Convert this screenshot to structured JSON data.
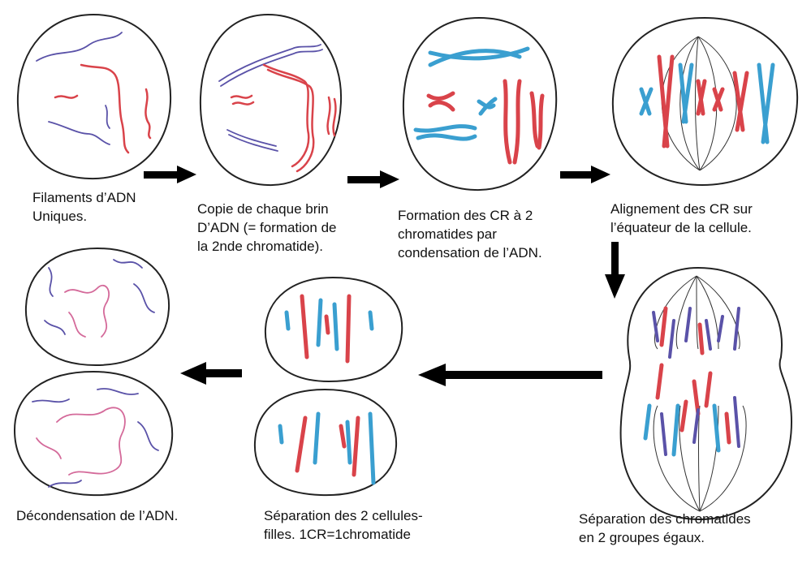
{
  "title": "Mitose : étapes de la division cellulaire",
  "steps": [
    {
      "lines": [
        "Filaments d’ADN",
        "Uniques."
      ]
    },
    {
      "lines": [
        "Copie de chaque brin",
        "D’ADN (= formation de",
        "la 2nde chromatide)."
      ]
    },
    {
      "lines": [
        "Formation des CR à 2",
        "chromatides par",
        "condensation de l’ADN."
      ]
    },
    {
      "lines": [
        "Alignement des CR sur",
        "l’équateur de la cellule."
      ]
    },
    {
      "lines": [
        "Séparation des chromatides",
        "en 2 groupes égaux."
      ]
    },
    {
      "lines": [
        "Séparation des 2 cellules-",
        "filles. 1CR=1chromatide"
      ]
    },
    {
      "lines": [
        "Décondensation de l’ADN."
      ]
    }
  ],
  "colors": {
    "red": "#d9434a",
    "blue": "#3a9fd0",
    "purple": "#5a52a8",
    "pink": "#d46a9a"
  }
}
